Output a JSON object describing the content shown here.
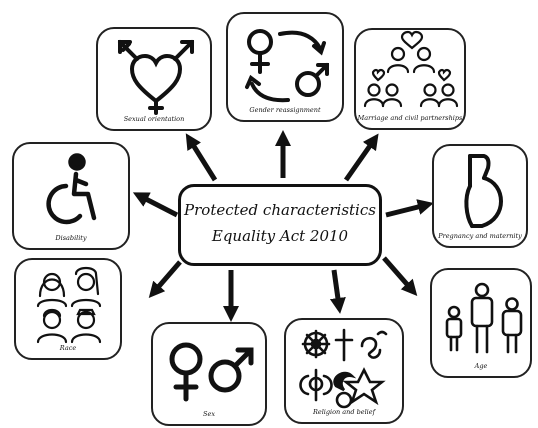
{
  "center": {
    "line1": "Protected characteristics",
    "line2": "Equality Act 2010"
  },
  "characteristics": [
    {
      "label": "Sexual orientation",
      "icon": "intersex-heart-icon"
    },
    {
      "label": "Gender reassignment",
      "icon": "gender-swap-icon"
    },
    {
      "label": "Marriage and civil partnerships",
      "icon": "couples-icon"
    },
    {
      "label": "Pregnancy and maternity",
      "icon": "pregnant-icon"
    },
    {
      "label": "Age",
      "icon": "age-group-icon"
    },
    {
      "label": "Religion and belief",
      "icon": "religion-symbols-icon"
    },
    {
      "label": "Sex",
      "icon": "male-female-icon"
    },
    {
      "label": "Race",
      "icon": "diverse-people-icon"
    },
    {
      "label": "Disability",
      "icon": "wheelchair-icon"
    }
  ]
}
